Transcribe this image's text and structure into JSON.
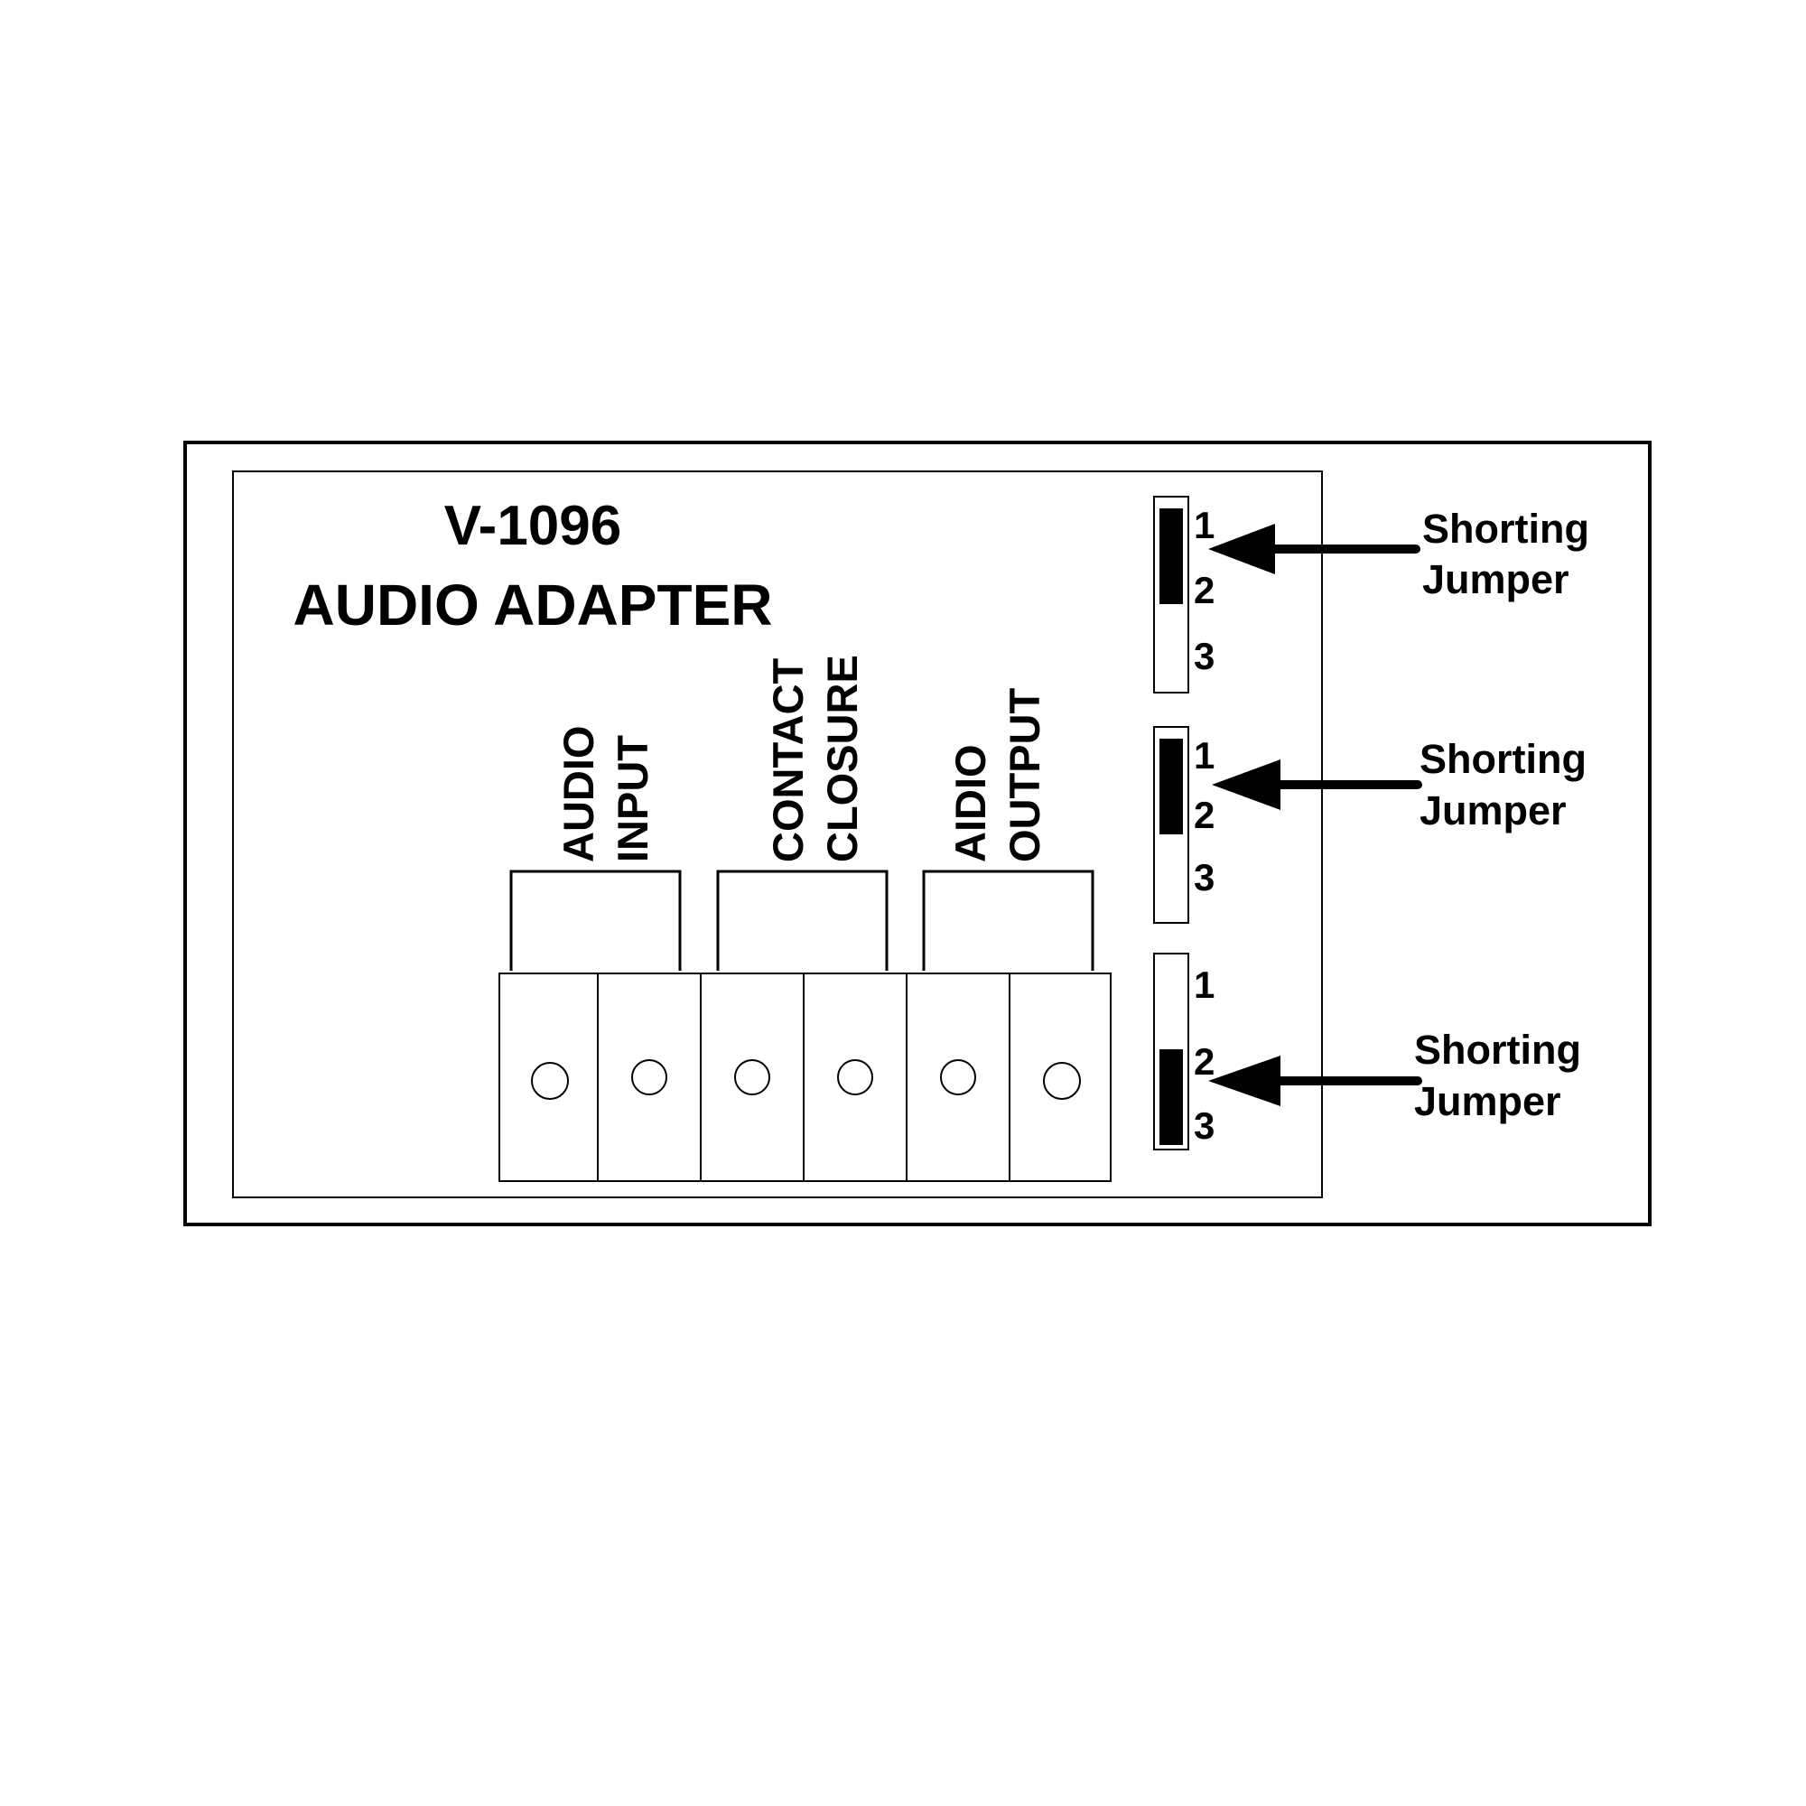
{
  "title": {
    "model": "V-1096",
    "name": "AUDIO ADAPTER"
  },
  "connector_groups": [
    {
      "line1": "AUDIO",
      "line2": "INPUT"
    },
    {
      "line1": "CONTACT",
      "line2": "CLOSURE"
    },
    {
      "line1": "AIDIO",
      "line2": "OUTPUT"
    }
  ],
  "jumpers": [
    {
      "pins": [
        "1",
        "2",
        "3"
      ],
      "shorted_pins": "1-2",
      "callout_line1": "Shorting",
      "callout_line2": "Jumper"
    },
    {
      "pins": [
        "1",
        "2",
        "3"
      ],
      "shorted_pins": "1-2",
      "callout_line1": "Shorting",
      "callout_line2": "Jumper"
    },
    {
      "pins": [
        "1",
        "2",
        "3"
      ],
      "shorted_pins": "2-3",
      "callout_line1": "Shorting",
      "callout_line2": "Jumper"
    }
  ],
  "colors": {
    "line": "#000000",
    "background": "#ffffff"
  }
}
